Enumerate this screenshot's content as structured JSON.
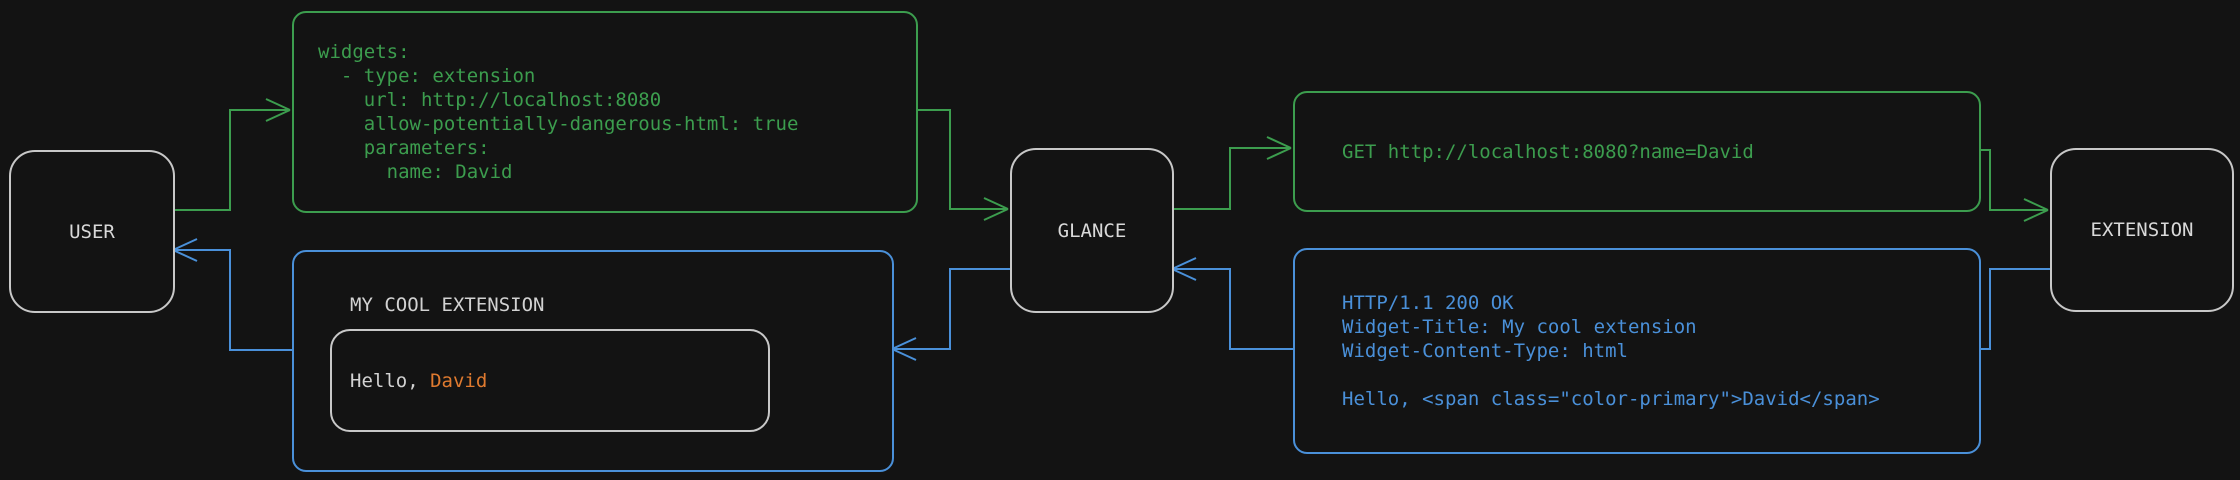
{
  "colors": {
    "background": "#131313",
    "green_accent": "#3C9D4E",
    "blue_accent": "#4A90D9",
    "grey_border": "#C8C8C8",
    "text_light": "#D9D9D9",
    "orange_primary": "#DF7A2F"
  },
  "nodes": {
    "user": {
      "label": "USER"
    },
    "glance": {
      "label": "GLANCE"
    },
    "extension": {
      "label": "EXTENSION"
    }
  },
  "config_block": {
    "lines": [
      "widgets:",
      "  - type: extension",
      "    url: http://localhost:8080",
      "    allow-potentially-dangerous-html: true",
      "    parameters:",
      "      name: David"
    ]
  },
  "request_block": {
    "lines": [
      "GET http://localhost:8080?name=David"
    ]
  },
  "response_block": {
    "lines": [
      "HTTP/1.1 200 OK",
      "Widget-Title: My cool extension",
      "Widget-Content-Type: html",
      "",
      "Hello, <span class=\"color-primary\">David</span>"
    ]
  },
  "widget_block": {
    "title": "MY COOL EXTENSION",
    "greeting_prefix": "Hello, ",
    "greeting_name": "David"
  }
}
